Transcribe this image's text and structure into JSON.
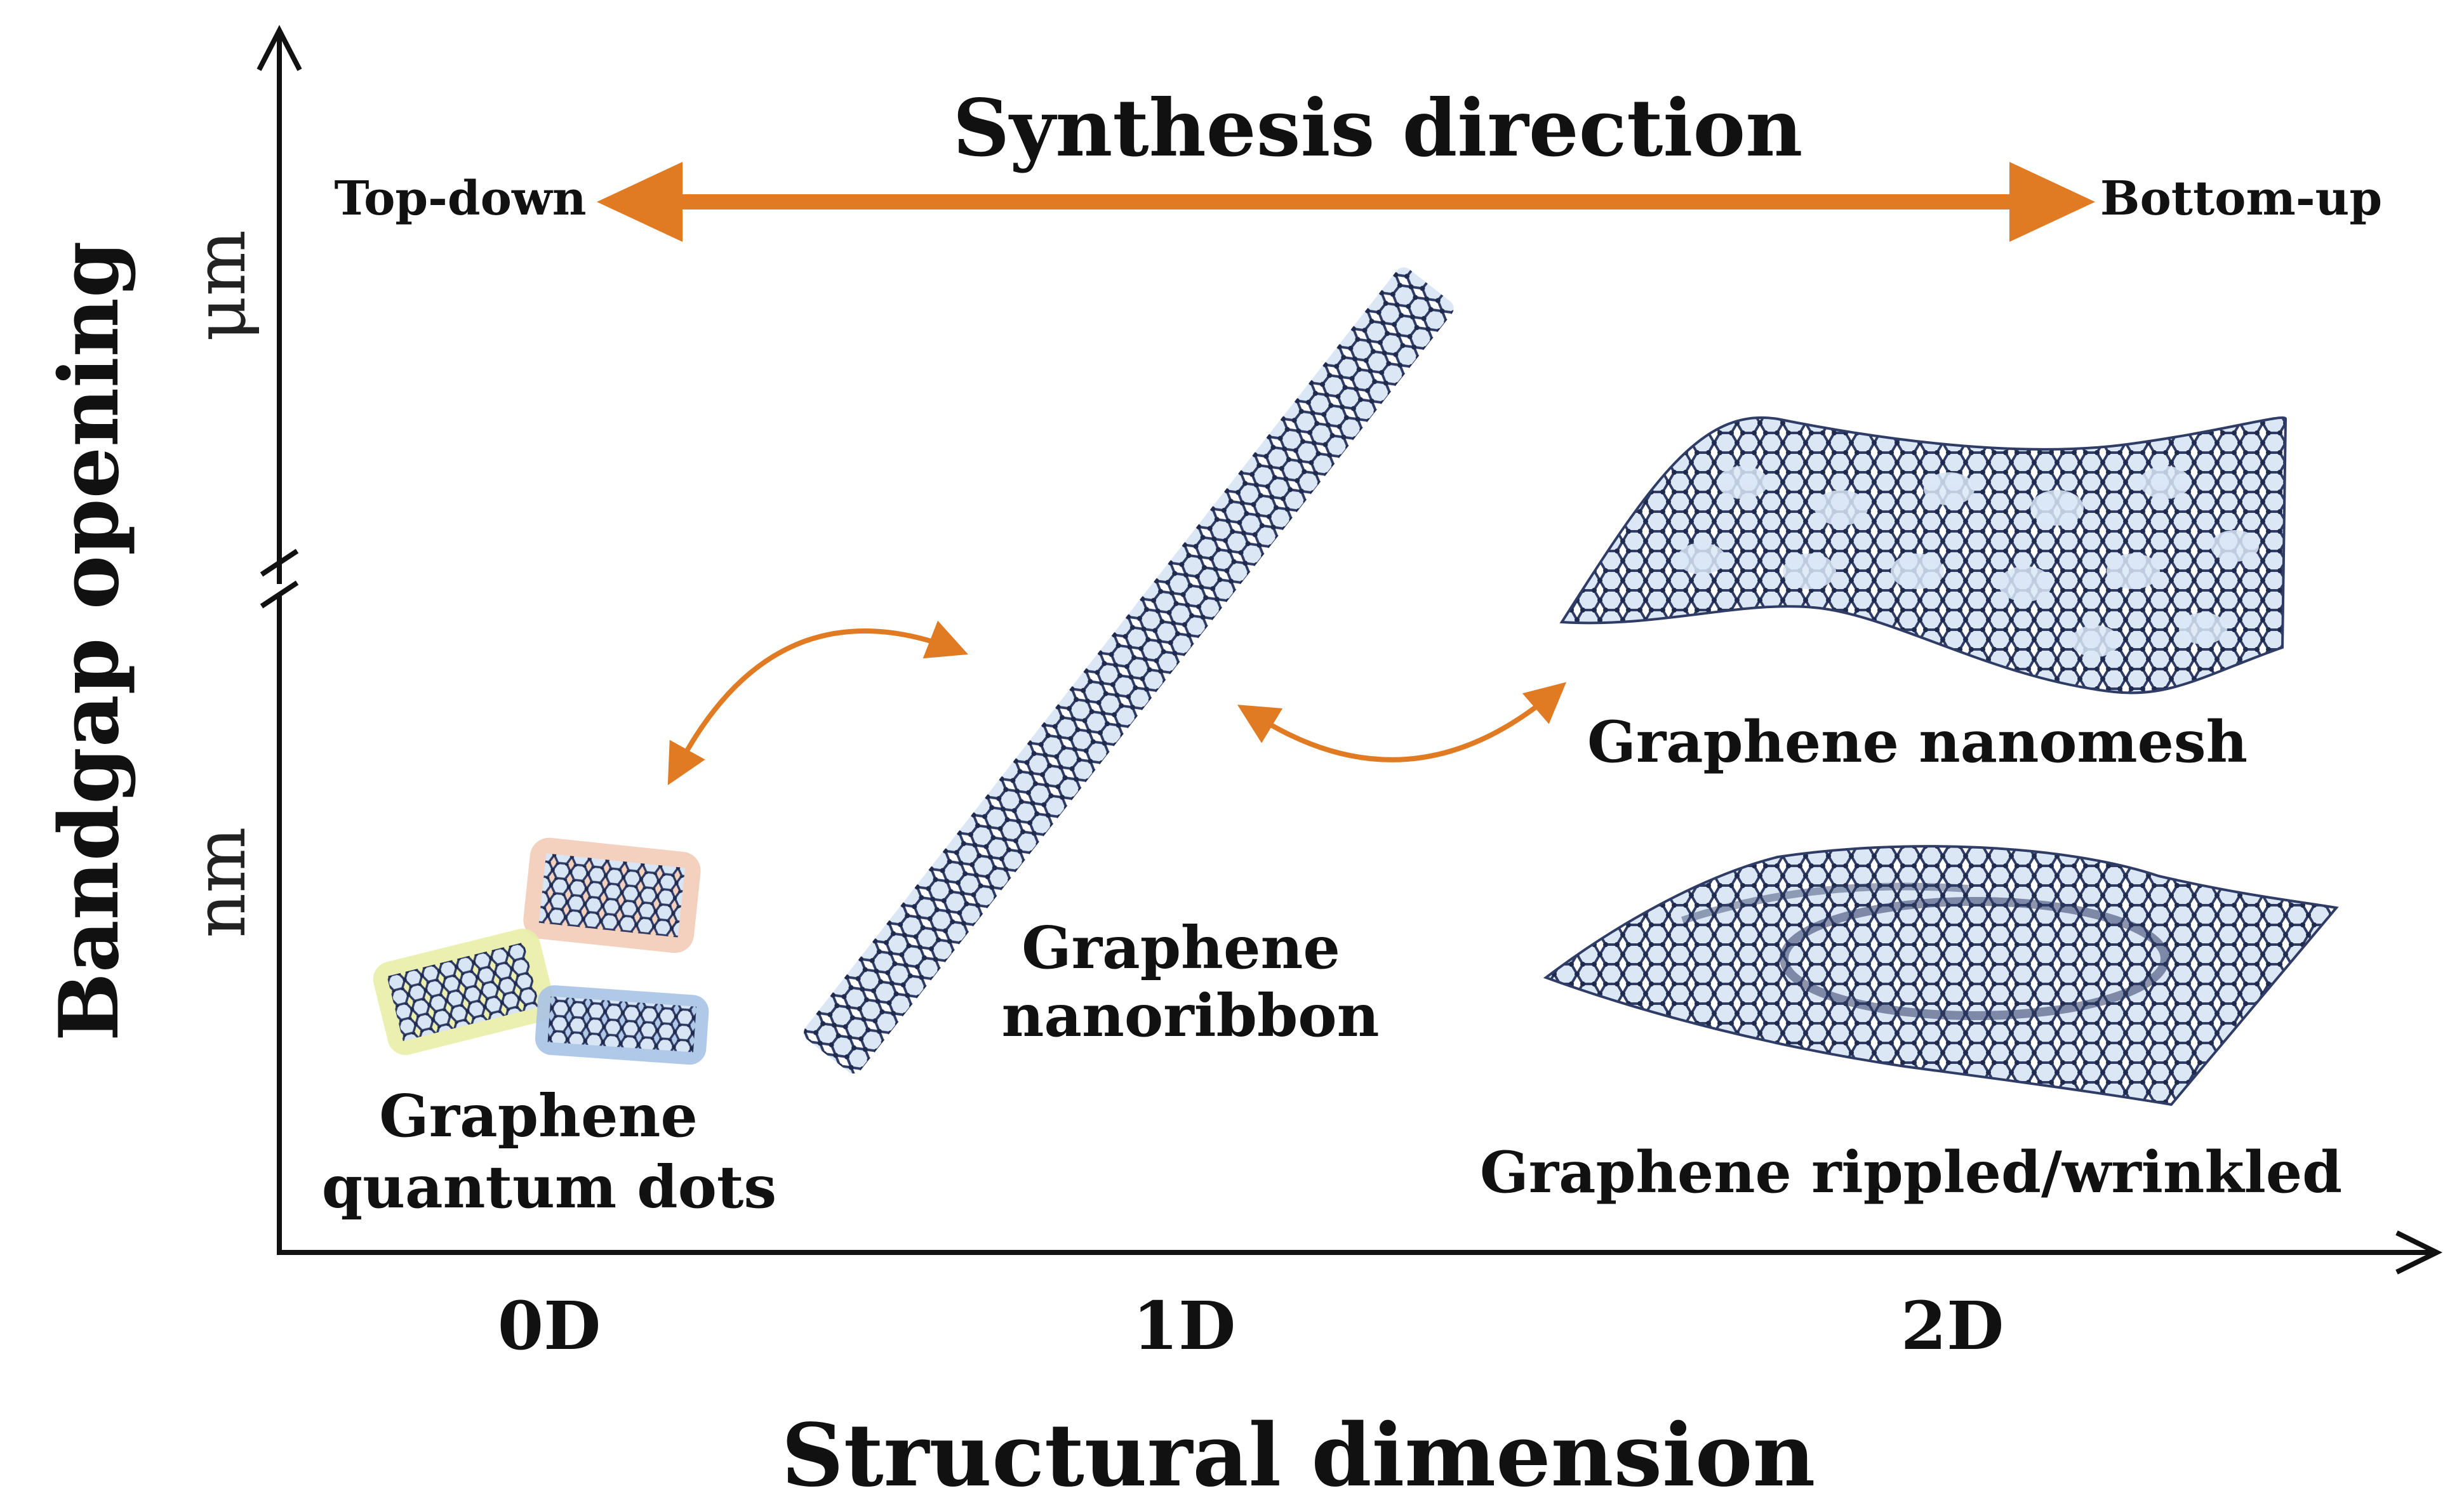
{
  "title": "Synthesis direction",
  "direction": {
    "left_label": "Top-down",
    "right_label": "Bottom-up",
    "arrow_color": "#E07B24"
  },
  "axes": {
    "y_label": "Bandgap opening",
    "y_tick_upper": "μm",
    "y_tick_lower": "nm",
    "x_label": "Structural dimension",
    "x_ticks": [
      "0D",
      "1D",
      "2D"
    ]
  },
  "structures": {
    "quantum_dots": {
      "line1": "Graphene",
      "line2": "quantum dots"
    },
    "nanoribbon": {
      "line1": "Graphene",
      "line2": "nanoribbon"
    },
    "nanomesh": {
      "label": "Graphene nanomesh"
    },
    "rippled": {
      "label": "Graphene rippled/wrinkled"
    }
  },
  "colors": {
    "lattice": "#2F3C66",
    "sheet_fill": "#BFD3EA",
    "dot_peach": "#F3CBB7",
    "dot_yellow": "#E9EDA6",
    "dot_blue": "#A8C3E6",
    "connector": "#E07B24"
  }
}
